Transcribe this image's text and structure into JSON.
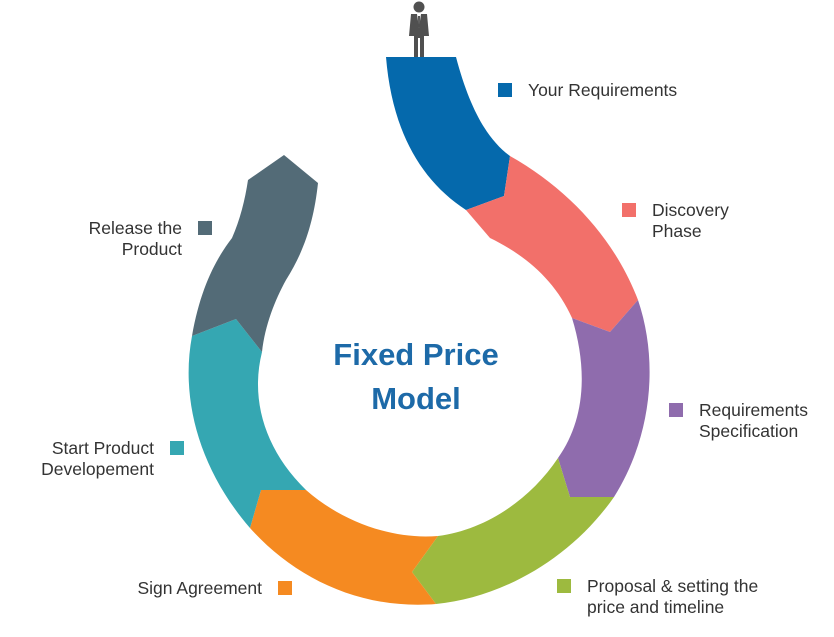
{
  "title_lines": [
    "Fixed Price",
    "Model"
  ],
  "steps": [
    {
      "lines": [
        "Your Requirements"
      ],
      "color": "#0569ac"
    },
    {
      "lines": [
        "Discovery",
        "Phase"
      ],
      "color": "#f2706a"
    },
    {
      "lines": [
        "Requirements",
        "Specification"
      ],
      "color": "#8f6cad"
    },
    {
      "lines": [
        "Proposal & setting the",
        "price and timeline"
      ],
      "color": "#9dba3f"
    },
    {
      "lines": [
        "Sign Agreement"
      ],
      "color": "#f58a21"
    },
    {
      "lines": [
        "Start Product",
        "Developement"
      ],
      "color": "#35a7b2"
    },
    {
      "lines": [
        "Release the",
        "Product"
      ],
      "color": "#536b77"
    }
  ],
  "icons": {
    "person": "businessman-icon"
  }
}
